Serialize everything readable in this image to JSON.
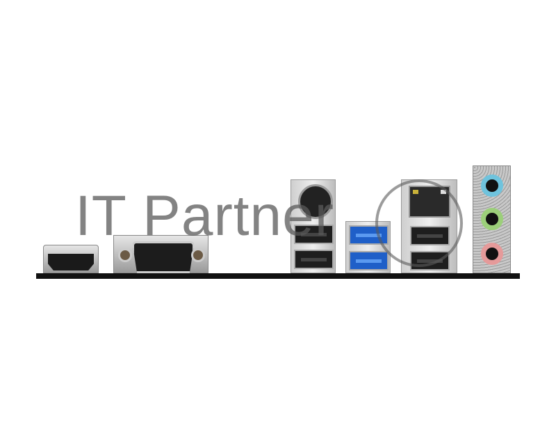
{
  "watermark": {
    "text": "IT Partner"
  },
  "ports": [
    {
      "type": "HDMI",
      "icon": "hdmi-port-icon"
    },
    {
      "type": "VGA",
      "icon": "vga-port-icon"
    },
    {
      "type": "PS/2",
      "icon": "ps2-port-icon"
    },
    {
      "type": "USB 2.0",
      "count": 2
    },
    {
      "type": "USB 3.0",
      "count": 2,
      "color": "#1f5fc8"
    },
    {
      "type": "RJ45 LAN",
      "icon": "lan-port-icon"
    },
    {
      "type": "USB 2.0",
      "count": 2
    },
    {
      "type": "Audio jacks",
      "colors": [
        "#6fc3dd",
        "#9ccf7a",
        "#e59a9a"
      ]
    }
  ]
}
